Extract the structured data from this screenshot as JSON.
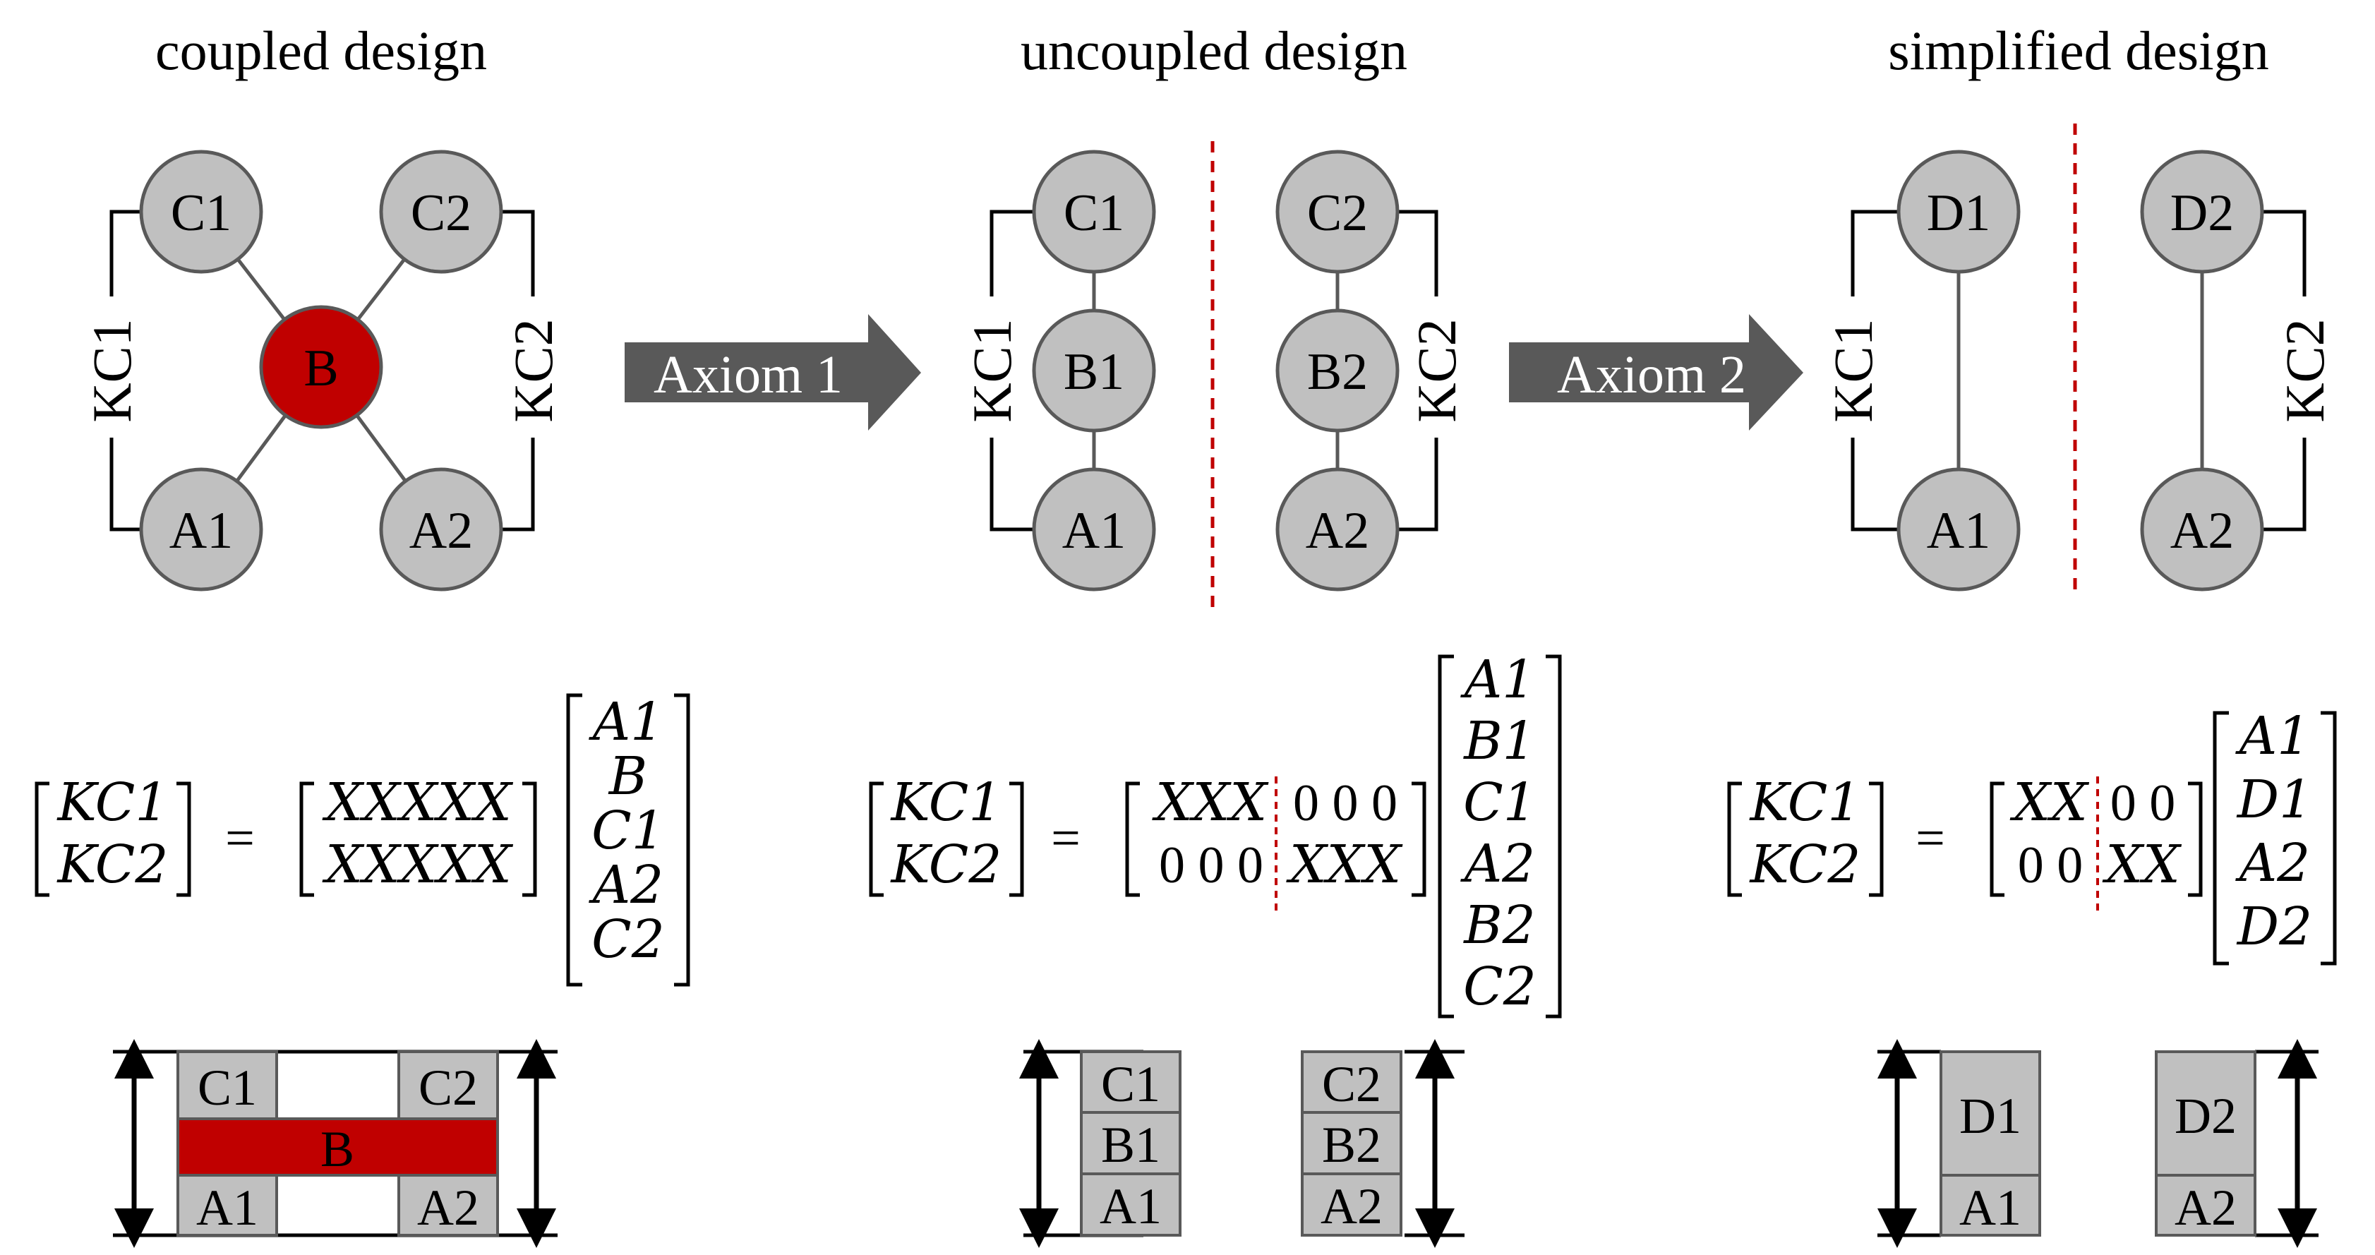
{
  "panels": [
    {
      "title": "coupled design",
      "nodes": {
        "c1": "C1",
        "c2": "C2",
        "b": "B",
        "a1": "A1",
        "a2": "A2"
      },
      "kc": [
        "KC1",
        "KC2"
      ],
      "equation": {
        "lhs": [
          "KC1",
          "KC2"
        ],
        "equals": "=",
        "matrix": [
          [
            "XXXXX"
          ],
          [
            "XXXXX"
          ]
        ],
        "vector": [
          "A1",
          "B",
          "C1",
          "A2",
          "C2"
        ]
      },
      "blocks": {
        "c1": "C1",
        "c2": "C2",
        "b": "B",
        "a1": "A1",
        "a2": "A2"
      }
    },
    {
      "title": "uncoupled design",
      "nodes": {
        "c1": "C1",
        "b1": "B1",
        "a1": "A1",
        "c2": "C2",
        "b2": "B2",
        "a2": "A2"
      },
      "kc": [
        "KC1",
        "KC2"
      ],
      "equation": {
        "lhs": [
          "KC1",
          "KC2"
        ],
        "equals": "=",
        "matrix": [
          [
            "XXX",
            "0 0 0"
          ],
          [
            "0 0 0",
            "XXX"
          ]
        ],
        "vector": [
          "A1",
          "B1",
          "C1",
          "A2",
          "B2",
          "C2"
        ]
      },
      "blocks": {
        "c1": "C1",
        "b1": "B1",
        "a1": "A1",
        "c2": "C2",
        "b2": "B2",
        "a2": "A2"
      }
    },
    {
      "title": "simplified design",
      "nodes": {
        "d1": "D1",
        "a1": "A1",
        "d2": "D2",
        "a2": "A2"
      },
      "kc": [
        "KC1",
        "KC2"
      ],
      "equation": {
        "lhs": [
          "KC1",
          "KC2"
        ],
        "equals": "=",
        "matrix": [
          [
            "XX",
            "0 0"
          ],
          [
            "0 0",
            "XX"
          ]
        ],
        "vector": [
          "A1",
          "D1",
          "A2",
          "D2"
        ]
      },
      "blocks": {
        "d1": "D1",
        "a1": "A1",
        "d2": "D2",
        "a2": "A2"
      }
    }
  ],
  "arrows": [
    "Axiom 1",
    "Axiom 2"
  ],
  "colors": {
    "node_fill": "#c0c0c0",
    "node_stroke": "#595959",
    "highlight": "#c00000",
    "arrow_fill": "#595959",
    "divider": "#c00000"
  }
}
